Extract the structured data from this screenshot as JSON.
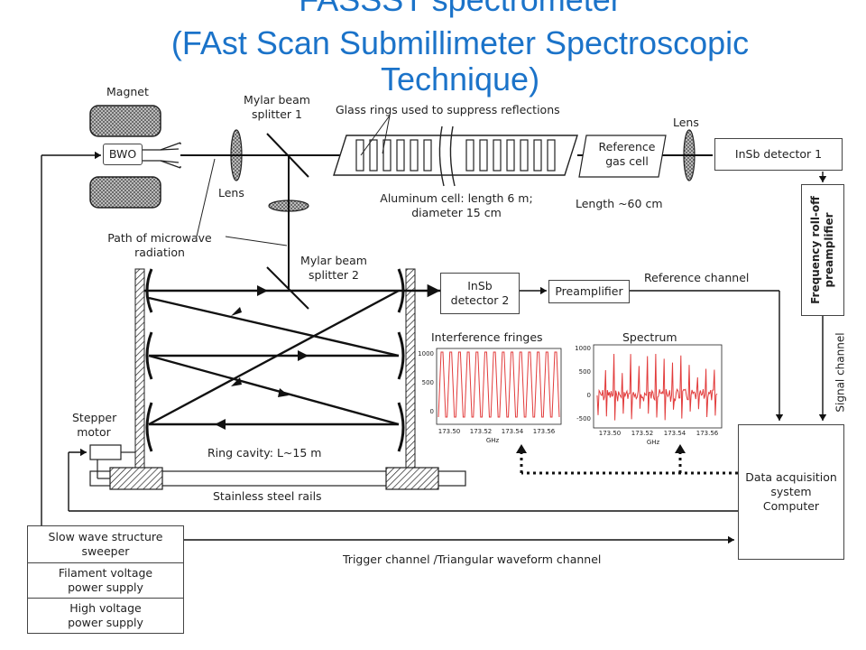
{
  "title": {
    "line1": "FASSST spectrometer",
    "line2": "(FAst Scan Submillimeter Spectroscopic",
    "line3": "Technique)"
  },
  "labels": {
    "magnet": "Magnet",
    "bwo": "BWO",
    "lens_left": "Lens",
    "lens_right": "Lens",
    "mylar1_l1": "Mylar beam",
    "mylar1_l2": "splitter 1",
    "glass_rings": "Glass rings used to suppress reflections",
    "aluminum_l1": "Aluminum cell: length 6 m;",
    "aluminum_l2": "diameter 15 cm",
    "ref_cell_l1": "Reference",
    "ref_cell_l2": "gas cell",
    "length_ref": "Length ~60 cm",
    "insb1": "InSb detector 1",
    "path_l1": "Path of microwave",
    "path_l2": "radiation",
    "mylar2_l1": "Mylar beam",
    "mylar2_l2": "splitter 2",
    "insb2_l1": "InSb",
    "insb2_l2": "detector 2",
    "preamp": "Preamplifier",
    "reference_channel": "Reference channel",
    "freq_rolloff_l1": "Frequency roll-off",
    "freq_rolloff_l2": "preamplifier",
    "signal_channel": "Signal channel",
    "interference_fringes": "Interference fringes",
    "spectrum": "Spectrum",
    "stepper_l1": "Stepper",
    "stepper_l2": "motor",
    "ring_cavity": "Ring cavity: L~15 m",
    "stainless": "Stainless steel rails",
    "daq_l1": "Data acquisition",
    "daq_l2": "system",
    "daq_l3": "Computer",
    "sws_l1": "Slow wave structure",
    "sws_l2": "sweeper",
    "filament_l1": "Filament voltage",
    "filament_l2": "power supply",
    "hv_l1": "High voltage",
    "hv_l2": "power supply",
    "trigger": "Trigger channel /Triangular waveform channel"
  },
  "fringes_chart": {
    "y_ticks": [
      "1000",
      "500",
      "0"
    ],
    "x_ticks": [
      "173.50",
      "173.52",
      "173.54",
      "173.56"
    ],
    "x_unit": "GHz",
    "peak_count": 14,
    "color": "#e23b3b"
  },
  "spectrum_chart": {
    "y_ticks": [
      "1000",
      "500",
      "0",
      "-500"
    ],
    "x_ticks": [
      "173.50",
      "173.52",
      "173.54",
      "173.56"
    ],
    "x_unit": "GHz",
    "color": "#e23b3b"
  },
  "colors": {
    "title": "#1b73c9",
    "trace": "#e23b3b",
    "line": "#111111"
  }
}
